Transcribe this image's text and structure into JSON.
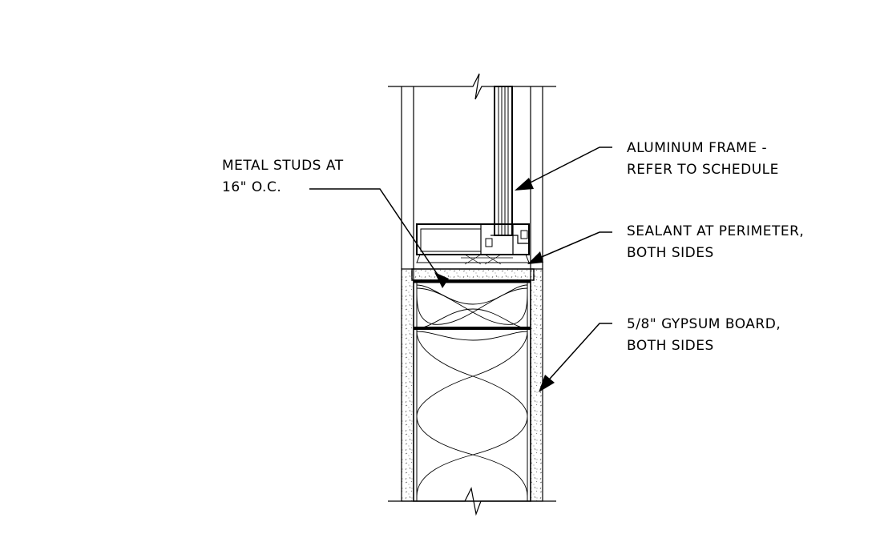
{
  "notes": {
    "metal_studs": {
      "line1": "METAL STUDS AT",
      "line2": "16\" O.C."
    },
    "aluminum_frame": {
      "line1": "ALUMINUM FRAME -",
      "line2": "REFER TO SCHEDULE"
    },
    "sealant": {
      "line1": "SEALANT AT PERIMETER,",
      "line2": "BOTH SIDES"
    },
    "gypsum": {
      "line1": "5/8\" GYPSUM BOARD,",
      "line2": "BOTH SIDES"
    }
  },
  "colors": {
    "line": "#000000",
    "background": "#ffffff",
    "stipple": "#555555"
  }
}
